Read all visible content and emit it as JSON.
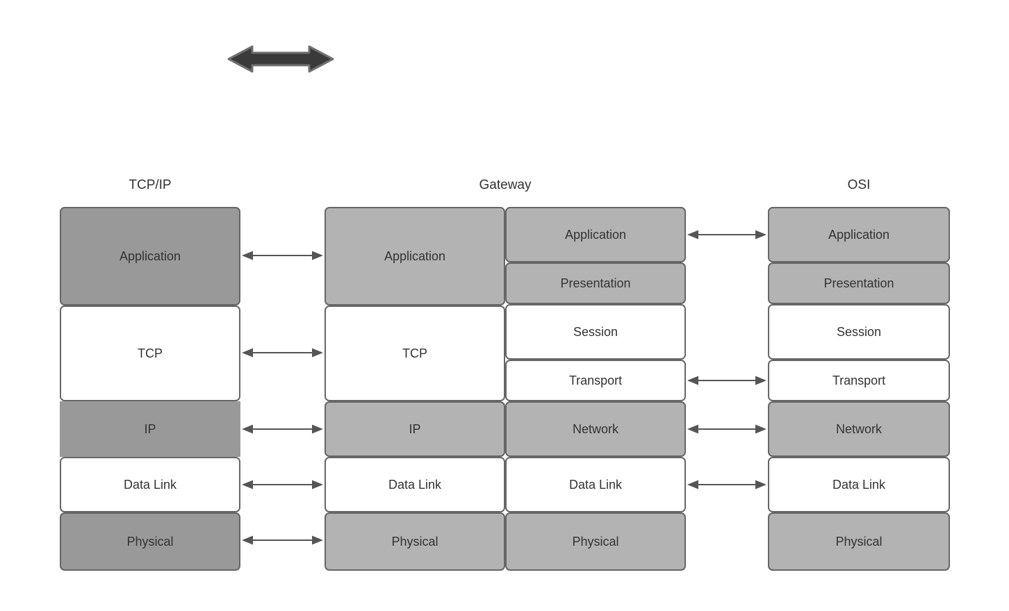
{
  "headers": {
    "tcpip": "TCP/IP",
    "gateway": "Gateway",
    "osi": "OSI"
  },
  "stacks": {
    "tcpip": [
      "Application",
      "TCP",
      "IP",
      "Data Link",
      "Physical"
    ],
    "gateway_left": [
      "Application",
      "TCP",
      "IP",
      "Data Link",
      "Physical"
    ],
    "gateway_right": [
      "Application",
      "Presentation",
      "Session",
      "Transport",
      "Network",
      "Data Link",
      "Physical"
    ],
    "osi": [
      "Application",
      "Presentation",
      "Session",
      "Transport",
      "Network",
      "Data Link",
      "Physical"
    ]
  },
  "icons": {
    "top_block_arrow": "double-headed-horizontal-block-arrow",
    "connector": "double-headed-thin-arrow"
  },
  "connections": {
    "tcpip_to_gateway": [
      "Application",
      "TCP",
      "IP",
      "Data Link",
      "Physical"
    ],
    "gateway_to_osi": [
      "Application",
      "Transport",
      "Network",
      "Data Link"
    ]
  },
  "colors": {
    "background": "#ffffff",
    "dark_gray_fill": "#999999",
    "light_gray_fill": "#b3b3b3",
    "box_border": "#666666",
    "text": "#333333",
    "connector_arrow": "#555555",
    "block_arrow_fill": "#3a3a3a",
    "block_arrow_stroke": "#707070"
  }
}
